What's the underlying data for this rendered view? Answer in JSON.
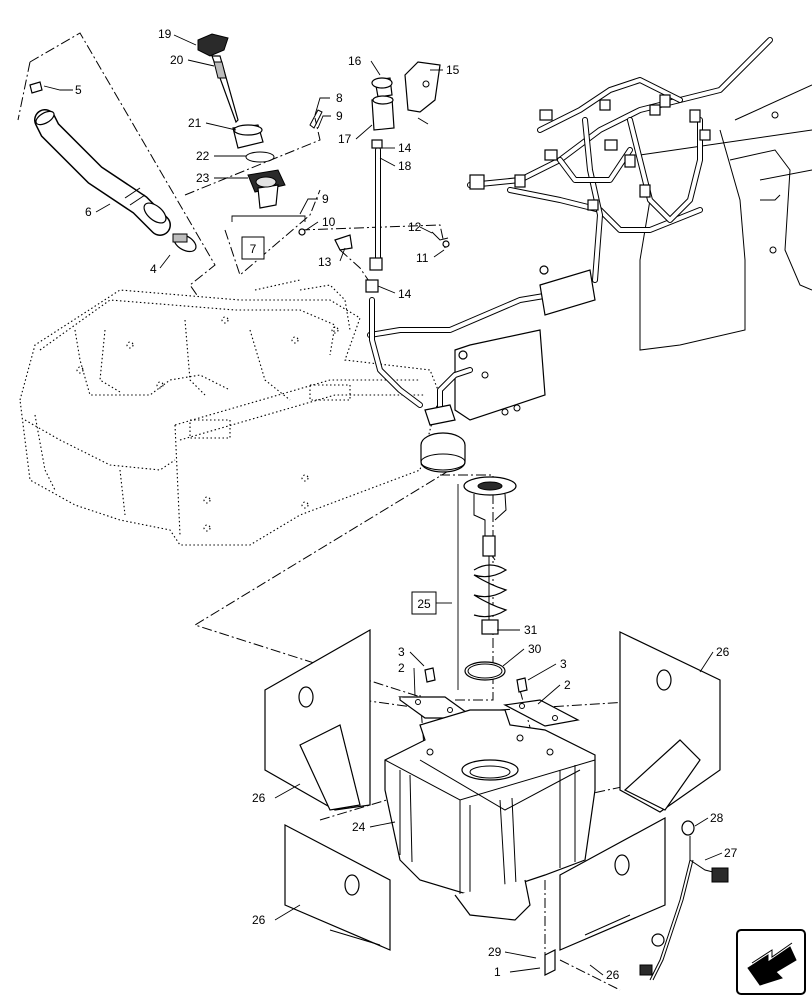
{
  "callouts": {
    "c1": "1",
    "c2a": "2",
    "c2b": "2",
    "c3a": "3",
    "c3b": "3",
    "c4": "4",
    "c5": "5",
    "c6": "6",
    "c8": "8",
    "c9a": "9",
    "c9b": "9",
    "c10": "10",
    "c11": "11",
    "c12": "12",
    "c13": "13",
    "c14a": "14",
    "c14b": "14",
    "c15": "15",
    "c16": "16",
    "c17": "17",
    "c18": "18",
    "c19": "19",
    "c20": "20",
    "c21": "21",
    "c22": "22",
    "c23": "23",
    "c24": "24",
    "c26a": "26",
    "c26b": "26",
    "c26c": "26",
    "c26d": "26",
    "c27": "27",
    "c28": "28",
    "c29": "29",
    "c30": "30",
    "c31": "31"
  },
  "boxes": {
    "b7": "7",
    "b25": "25"
  },
  "icons": {
    "nav": "next-page-arrow-icon"
  }
}
